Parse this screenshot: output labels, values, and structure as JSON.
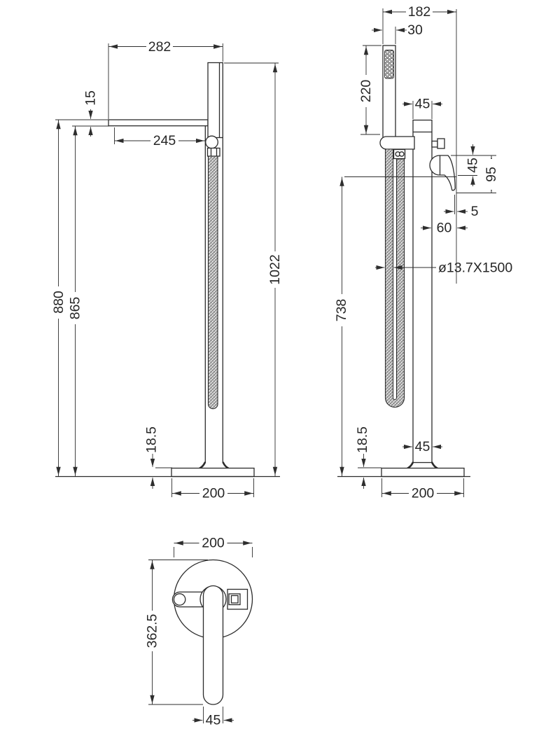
{
  "drawing": {
    "kind": "technical dimension drawing",
    "subject": "freestanding bath shower mixer with handset, hose and round base",
    "units": "mm",
    "line_color": "#2b2b2b",
    "background": "#ffffff",
    "views": {
      "front": {
        "dims": {
          "overall_width": "282",
          "spout_thickness": "15",
          "spout_projection": "245",
          "spout_height": "880",
          "spout_clearance": "865",
          "overall_height": "1022",
          "base_thickness": "18.5",
          "base_diameter": "200"
        }
      },
      "side": {
        "dims": {
          "overall_depth": "182",
          "handset_width": "30",
          "handset_length": "220",
          "riser_diameter": "45",
          "handle_height": "45",
          "handle_drop": "95",
          "handle_tip_offset": "5",
          "handle_projection": "60",
          "hose_spec": "ø13.7X1500",
          "handle_underside_height": "738",
          "base_thickness": "18.5",
          "riser_diameter_base": "45",
          "base_diameter": "200"
        }
      },
      "plan": {
        "dims": {
          "base_diameter": "200",
          "spout_reach": "362.5",
          "spout_width": "45"
        }
      }
    }
  }
}
